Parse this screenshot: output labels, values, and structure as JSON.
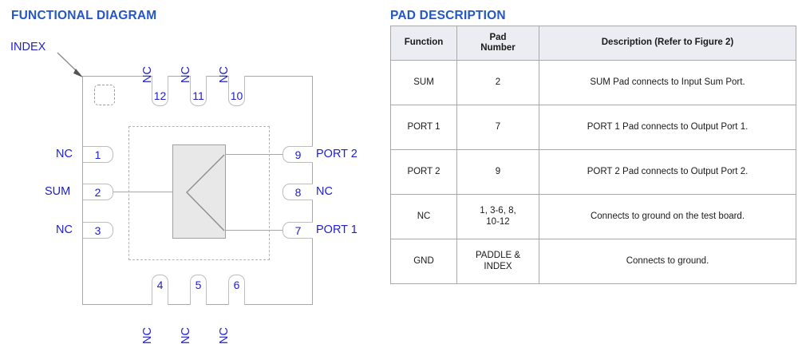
{
  "functional_diagram": {
    "title": "FUNCTIONAL DIAGRAM",
    "index_label": "INDEX",
    "pins": {
      "left": [
        {
          "number": "1",
          "label": "NC"
        },
        {
          "number": "2",
          "label": "SUM"
        },
        {
          "number": "3",
          "label": "NC"
        }
      ],
      "right": [
        {
          "number": "9",
          "label": "PORT 2"
        },
        {
          "number": "8",
          "label": "NC"
        },
        {
          "number": "7",
          "label": "PORT 1"
        }
      ],
      "top": [
        {
          "number": "12",
          "label": "NC"
        },
        {
          "number": "11",
          "label": "NC"
        },
        {
          "number": "10",
          "label": "NC"
        }
      ],
      "bottom": [
        {
          "number": "4",
          "label": "NC"
        },
        {
          "number": "5",
          "label": "NC"
        },
        {
          "number": "6",
          "label": "NC"
        }
      ]
    }
  },
  "pad_description": {
    "title": "PAD DESCRIPTION",
    "columns": [
      "Function",
      "Pad\nNumber",
      "Description (Refer to Figure 2)"
    ],
    "column_labels": {
      "function": "Function",
      "pad_number_line1": "Pad",
      "pad_number_line2": "Number",
      "description": "Description (Refer to Figure 2)"
    },
    "rows": [
      {
        "function": "SUM",
        "pad_number": "2",
        "pad_number_line1": "2",
        "pad_number_line2": "",
        "description": "SUM Pad connects to Input Sum Port."
      },
      {
        "function": "PORT 1",
        "pad_number": "7",
        "pad_number_line1": "7",
        "pad_number_line2": "",
        "description": "PORT 1 Pad connects to Output Port 1."
      },
      {
        "function": "PORT 2",
        "pad_number": "9",
        "pad_number_line1": "9",
        "pad_number_line2": "",
        "description": "PORT 2 Pad connects to Output Port 2."
      },
      {
        "function": "NC",
        "pad_number": "1, 3-6, 8, 10-12",
        "pad_number_line1": "1, 3-6, 8,",
        "pad_number_line2": "10-12",
        "description": "Connects to ground on the test board."
      },
      {
        "function": "GND",
        "pad_number": "PADDLE & INDEX",
        "pad_number_line1": "PADDLE &",
        "pad_number_line2": "INDEX",
        "description": "Connects to ground."
      }
    ]
  },
  "colors": {
    "heading_blue": "#2357c8",
    "pin_blue": "#2020d0",
    "outline_gray": "#a8a8a8",
    "die_fill": "#e8e8e8",
    "table_header_bg": "#ecedf3",
    "table_border": "#a9a9a9"
  }
}
